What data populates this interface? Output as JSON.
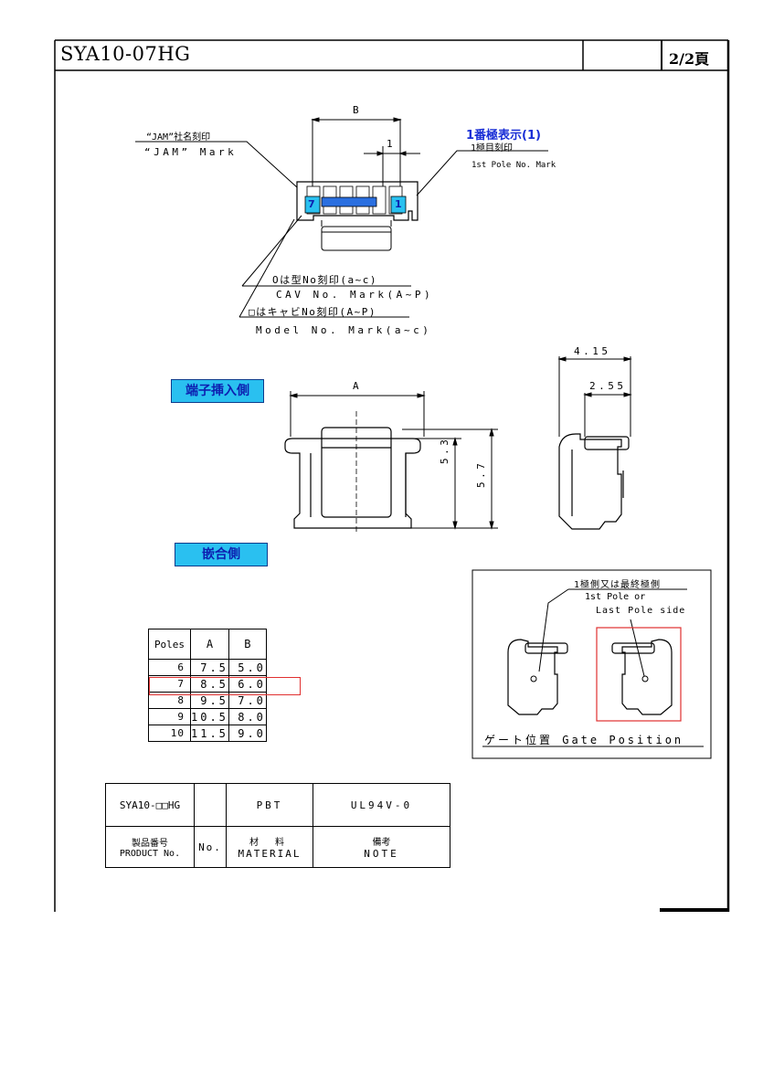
{
  "header": {
    "drawing_no": "SYA10-07HG",
    "blank_cell": "",
    "page": "2/2頁"
  },
  "top_view": {
    "dim_b": "B",
    "dim_1": "1",
    "jam_mark_jp": "“JAM”社名刻印",
    "jam_mark_en": "“JAM” Mark",
    "first_pole_indicator": "1番極表示(1)",
    "first_pole_mark_jp": "1極目刻印",
    "first_pole_mark_en": "1st Pole No. Mark",
    "cavity_left": "7",
    "cavity_right": "1",
    "model_mark_jp": "Oは型No刻印(a~c)",
    "cav_mark_en": "CAV No. Mark(A~P)",
    "cav_mark_jp": "□はキャビNo刻印(A~P)",
    "model_mark_en": "Model No. Mark(a~c)"
  },
  "front_view": {
    "label": "端子挿入側",
    "dim_a": "A",
    "dim_53": "5.3",
    "dim_57": "5.7"
  },
  "side_view": {
    "dim_415": "4.15",
    "dim_255": "2.55"
  },
  "mating_label": "嵌合側",
  "gate_box": {
    "note_jp": "1極側又は最終極側",
    "note_en1": "1st Pole or",
    "note_en2": "Last Pole side",
    "title": "ゲート位置 Gate Position"
  },
  "poles_table": {
    "headers": [
      "Poles",
      "A",
      "B"
    ],
    "rows": [
      [
        "6",
        "7.5",
        "5.0"
      ],
      [
        "7",
        "8.5",
        "6.0"
      ],
      [
        "8",
        "9.5",
        "7.0"
      ],
      [
        "9",
        "10.5",
        "8.0"
      ],
      [
        "10",
        "11.5",
        "9.0"
      ]
    ],
    "highlight_color": "#e03030"
  },
  "spec_table": {
    "part": "SYA10-□□HG",
    "no": "",
    "material": "PBT",
    "note": "UL94V-0",
    "h_product_jp": "製品番号",
    "h_product_en": "PRODUCT No.",
    "h_no": "No.",
    "h_material_jp": "材 料",
    "h_material_en": "MATERIAL",
    "h_note_jp": "備考",
    "h_note_en": "NOTE"
  }
}
